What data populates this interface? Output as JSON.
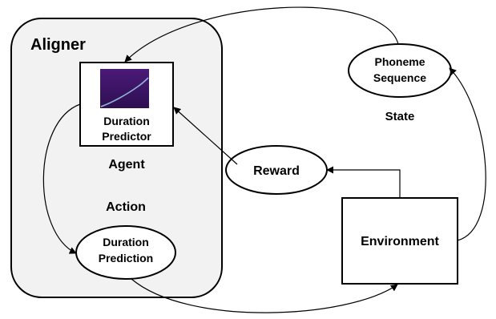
{
  "aligner": {
    "title": "Aligner"
  },
  "agent": {
    "box_line1": "Duration",
    "box_line2": "Predictor",
    "label": "Agent"
  },
  "action": {
    "label": "Action",
    "ellipse_line1": "Duration",
    "ellipse_line2": "Prediction"
  },
  "reward": {
    "label": "Reward"
  },
  "state": {
    "ellipse_line1": "Phoneme",
    "ellipse_line2": "Sequence",
    "label": "State"
  },
  "environment": {
    "label": "Environment"
  },
  "colors": {
    "aligner_fill": "#f2f2f2",
    "stroke": "#000000",
    "thumbnail_bg": "#3d1466",
    "thumbnail_curve": "#8fb4d6"
  }
}
